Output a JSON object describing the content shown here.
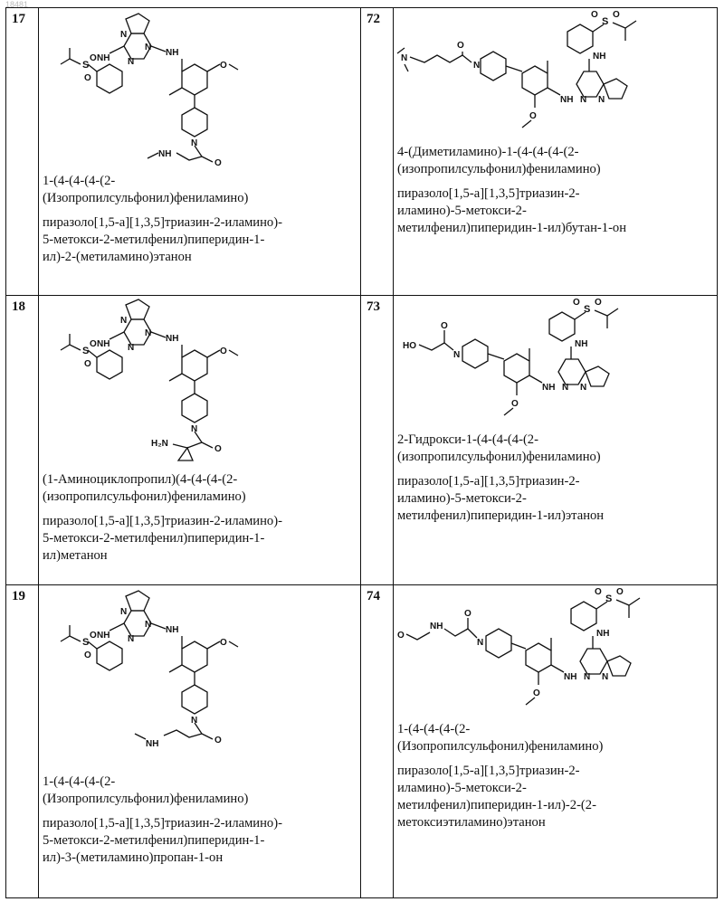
{
  "page_number": "18481",
  "compounds": [
    {
      "number": "17",
      "name_line1": "1-(4-(4-(4-(2-\n(Изопропилсульфонил)фениламино)",
      "name_line2": "пиразоло[1,5-a][1,3,5]триазин-2-иламино)-\n5-метокси-2-метилфенил)пиперидин-1-\nил)-2-(метиламино)этанон"
    },
    {
      "number": "72",
      "name_line1": "4-(Диметиламино)-1-(4-(4-(4-(2-\n(изопропилсульфонил)фениламино)",
      "name_line2": "пиразоло[1,5-a][1,3,5]триазин-2-\nиламино)-5-метокси-2-\nметилфенил)пиперидин-1-ил)бутан-1-он"
    },
    {
      "number": "18",
      "name_line1": "(1-Аминоциклопропил)(4-(4-(4-(2-\n(изопропилсульфонил)фениламино)",
      "name_line2": "пиразоло[1,5-a][1,3,5]триазин-2-иламино)-\n5-метокси-2-метилфенил)пиперидин-1-\nил)метанон"
    },
    {
      "number": "73",
      "name_line1": "2-Гидрокси-1-(4-(4-(4-(2-\n(изопропилсульфонил)фениламино)",
      "name_line2": "пиразоло[1,5-a][1,3,5]триазин-2-\nиламино)-5-метокси-2-\nметилфенил)пиперидин-1-ил)этанон"
    },
    {
      "number": "19",
      "name_line1": "1-(4-(4-(4-(2-\n(Изопропилсульфонил)фениламино)",
      "name_line2": "пиразоло[1,5-a][1,3,5]триазин-2-иламино)-\n5-метокси-2-метилфенил)пиперидин-1-\nил)-3-(метиламино)пропан-1-он"
    },
    {
      "number": "74",
      "name_line1": "1-(4-(4-(4-(2-\n(Изопропилсульфонил)фениламино)",
      "name_line2": "пиразоло[1,5-a][1,3,5]триазин-2-\nиламино)-5-метокси-2-\nметилфенил)пиперидин-1-ил)-2-(2-\nметоксиэтиламино)этанон"
    }
  ],
  "atom_labels": {
    "nh": "NH",
    "n": "N",
    "s": "S",
    "o": "O",
    "ho": "HO",
    "h2n": "H₂N"
  }
}
